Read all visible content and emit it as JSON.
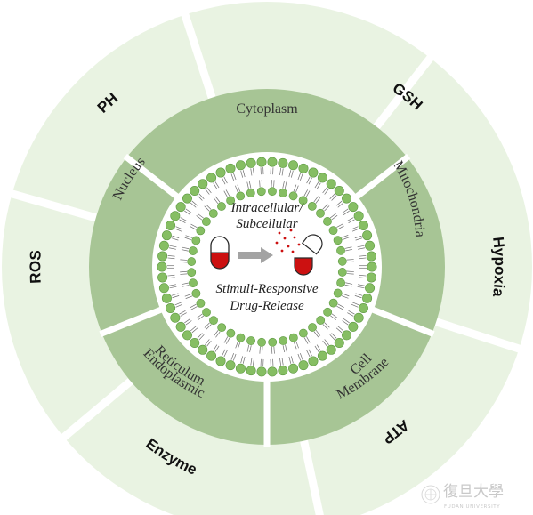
{
  "outer_ring": [
    {
      "id": "ph",
      "label": "PH"
    },
    {
      "id": "gsh",
      "label": "GSH"
    },
    {
      "id": "hypoxia",
      "label": "Hypoxia"
    },
    {
      "id": "atp",
      "label": "ATP"
    },
    {
      "id": "enzyme",
      "label": "Enzyme"
    },
    {
      "id": "ros",
      "label": "ROS"
    }
  ],
  "inner_ring": [
    {
      "id": "cytoplasm",
      "lines": [
        "Cytoplasm"
      ]
    },
    {
      "id": "mitochondria",
      "lines": [
        "Mitochondria"
      ]
    },
    {
      "id": "cell-membrane",
      "lines": [
        "Cell",
        "Membrane"
      ]
    },
    {
      "id": "endoplasmic-reticulum",
      "lines": [
        "Endoplasmic",
        "Reticulum"
      ]
    },
    {
      "id": "nucleus",
      "lines": [
        "Nucleus"
      ]
    }
  ],
  "center": {
    "line1": "Intracellular/",
    "line2": "Subcellular",
    "line3": "Stimuli-Responsive",
    "line4": "Drug-Release"
  },
  "watermark": {
    "chinese": "復旦大學",
    "english": "FUDAN UNIVERSITY"
  },
  "colors": {
    "outer_ring": "#e9f3e2",
    "inner_ring": "#a7c595",
    "bilayer_head": "#86be63",
    "lipid_tail": "#6f6f6f",
    "capsule_red": "#cc1111",
    "arrow_gray": "#a3a3a3"
  }
}
